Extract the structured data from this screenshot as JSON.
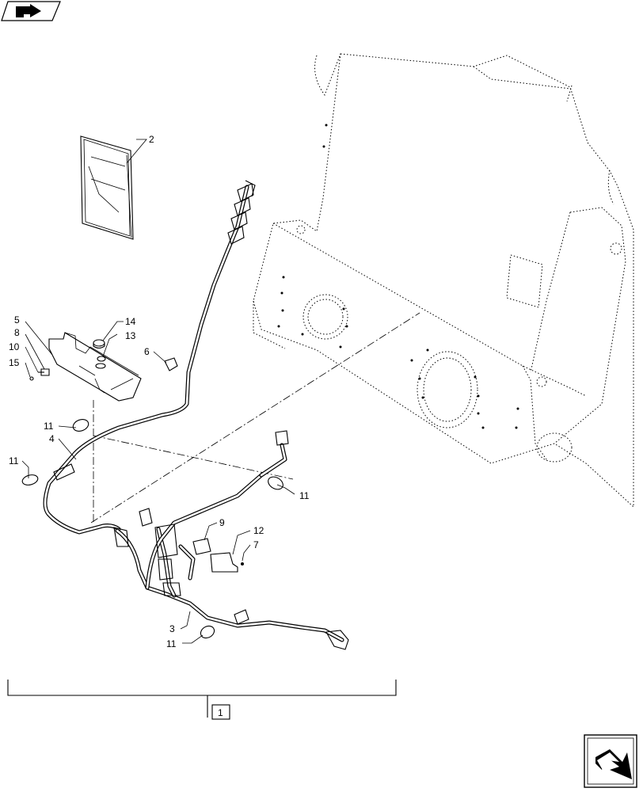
{
  "callouts": {
    "c1": "1",
    "c2": "2",
    "c3": "3",
    "c4": "4",
    "c5": "5",
    "c6": "6",
    "c7": "7",
    "c8": "8",
    "c9": "9",
    "c10": "10",
    "c11a": "11",
    "c11b": "11",
    "c11c": "11",
    "c11d": "11",
    "c12": "12",
    "c13": "13",
    "c14": "14",
    "c15": "15"
  },
  "icons": {
    "top_left": "previous-page-arrow-icon",
    "bottom_right": "next-page-arrow-icon"
  }
}
